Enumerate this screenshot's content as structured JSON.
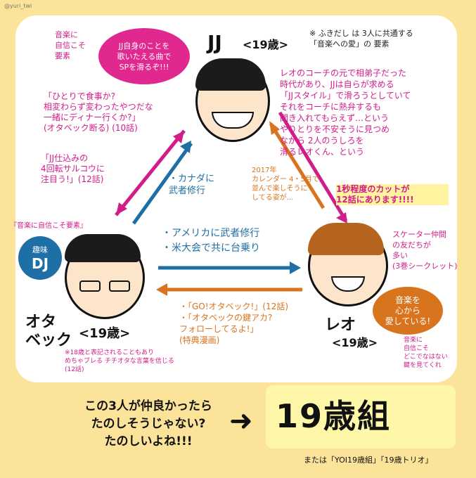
{
  "credit": "@yuri_twi",
  "note_top_right": "※ ふきだし は 3人に共通する\n「音楽への愛」の 要素",
  "jj": {
    "name": "JJ",
    "age": "<19歳>",
    "music_note": "音楽に\n自信こそ\n要素",
    "bubble": "JJ自身のことを\n歌いたえる曲で\nSPを滑るぞ!!!"
  },
  "otabek": {
    "name": "オタ\nベック",
    "age": "<19歳>",
    "hobby_label": "趣味",
    "hobby_value": "DJ",
    "music_note": "『音楽に自信こそ要素』",
    "footnote": "※18歳と表記されることもあり\nめちゃブレる チチオタな言葉を信じる\n(12話)"
  },
  "leo": {
    "name": "レオ",
    "age": "<19歳>",
    "bubble": "音楽を\n心から\n愛している!",
    "friends_note": "スケーター仲間\nの友だちが\n多い\n(3巻シークレット)",
    "music_note": "音楽に\n自信こそ\nどこでなはない\n鍵を見てくれ"
  },
  "arrows": {
    "jj_to_otabek_quotes": "「ひとりで食事か?\n相変わらず変わったやつだな\n一緒にディナー行くか?」\n(オタベック断る)      (10話)",
    "jj_otabek_quote2": "「JJ仕込みの\n4回転サルコウに\n注目う!」(12話)",
    "canada": "・カナダに\n 武者修行",
    "leo_jj_calendar": "2017年\nカレンダー 4・5月で\n並んで楽しそうに\nしてる姿が...",
    "jj_leo_story": "レオのコーチの元で相弟子だった\n時代があり、JJは自らが求める\n「JJスタイル」で滑ろうとしていて\nそれをコーチに熱弁するも\n聞き入れてもらえず…という\nやりとりを不安そうに見つめ\nながら 2人のうしろを\n滑るレオくん、という",
    "jj_leo_highlight": "1秒程度のカットが\n12話にあります!!!!",
    "america": "・アメリカに武者修行\n・米大会で共に台乗り",
    "otabek_leo_quotes": "・「GO!オタベック!」(12話)\n・「オタベックの鍵アカ?\n  フォローしてるよ!」\n          (特典漫画)"
  },
  "footer": {
    "catch_copy": "この3人が仲良かったら\nたのしそうじゃない?\nたのしいよね!!!",
    "arrow": "➜",
    "group_name": "19歳組",
    "alias": "または「YOI19歳組」「19歳トリオ」"
  },
  "colors": {
    "background": "#fbe39a",
    "pink": "#d11d8a",
    "blue": "#1e6fa6",
    "orange": "#d9741e"
  }
}
